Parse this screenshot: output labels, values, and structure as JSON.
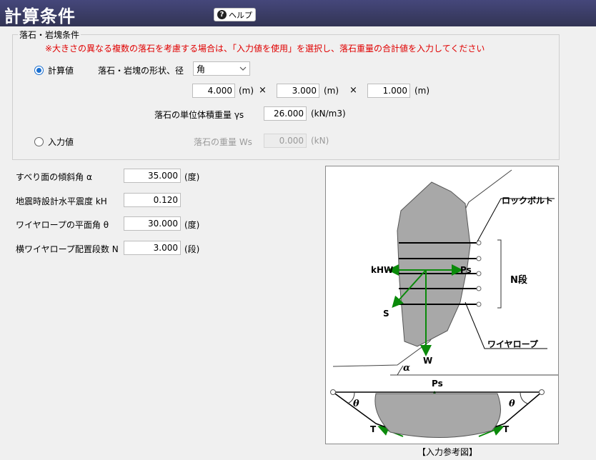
{
  "header": {
    "title": "計算条件",
    "help_label": "ヘルプ",
    "help_icon": "question-circle-icon"
  },
  "group": {
    "legend": "落石・岩塊条件",
    "note": "※大きさの異なる複数の落石を考慮する場合は、「入力値を使用」を選択し、落石重量の合計値を入力してください",
    "calc": {
      "radio_label": "計算値",
      "shape_label": "落石・岩塊の形状、径",
      "shape_value": "角",
      "dims": [
        "4.000",
        "3.000",
        "1.000"
      ],
      "unit_m": "(m)",
      "times": "×",
      "gamma_label": "落石の単位体積重量 γs",
      "gamma_value": "26.000",
      "gamma_unit": "(kN/m3)"
    },
    "input": {
      "radio_label": "入力値",
      "weight_label": "落石の重量 Ws",
      "weight_value": "0.000",
      "weight_unit": "(kN)"
    }
  },
  "params": [
    {
      "label": "すべり面の傾斜角 α",
      "value": "35.000",
      "unit": "(度)"
    },
    {
      "label": "地震時設計水平震度 kH",
      "value": "0.120",
      "unit": ""
    },
    {
      "label": "ワイヤロープの平面角 θ",
      "value": "30.000",
      "unit": "(度)"
    },
    {
      "label": "横ワイヤロープ配置段数 N",
      "value": "3.000",
      "unit": "(段)"
    }
  ],
  "figure": {
    "rock_bolt": "ロックボルト",
    "n_dan": "N段",
    "wire_rope": "ワイヤロープ",
    "khw": "kHW",
    "ps": "Ps",
    "s": "S",
    "w": "W",
    "alpha": "α",
    "ps_bottom": "Ps",
    "theta_left": "θ",
    "theta_right": "θ",
    "t_left": "T",
    "t_right": "T",
    "caption": "【入力参考図】"
  },
  "colors": {
    "header_bg": "#3d3f63",
    "note_red": "#e00000",
    "radio_blue": "#1a6fd0",
    "force_green": "#0a8a0a",
    "rock_gray": "#a8a8a8"
  }
}
